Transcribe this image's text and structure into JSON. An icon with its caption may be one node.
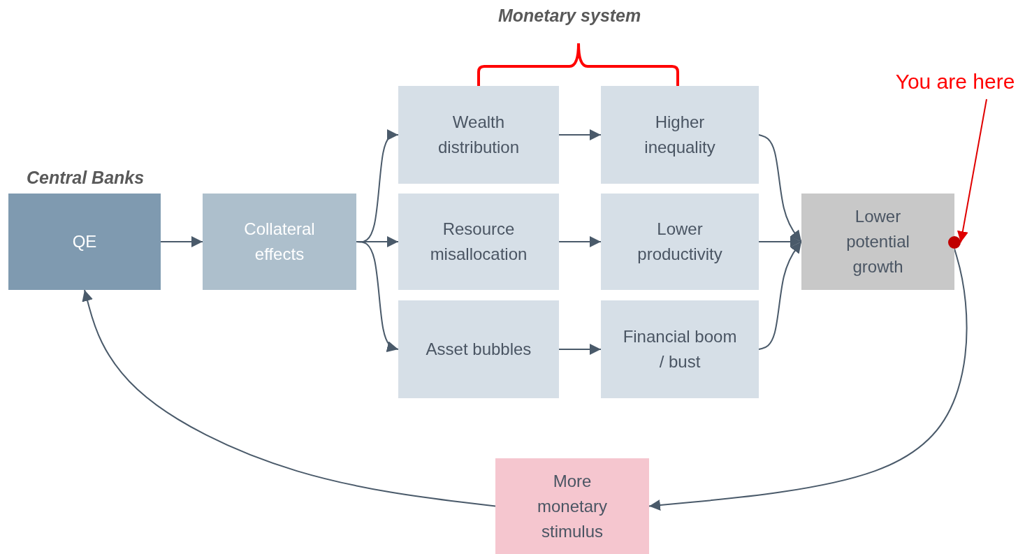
{
  "diagram": {
    "nodes": [
      {
        "text": [
          "QE"
        ],
        "beside": [
          "Central Banks"
        ]
      },
      {
        "text": [
          "Collateral effects"
        ]
      },
      {
        "text": [
          "Wealth distribution"
        ]
      },
      {
        "text": [
          "Higher inequality"
        ]
      },
      {
        "text": [
          "Resource misallocation"
        ]
      },
      {
        "text": [
          "Lower productivity"
        ]
      },
      {
        "text": [
          "Asset bubbles"
        ]
      },
      {
        "text": [
          "Financial boom / bust"
        ]
      },
      {
        "text": [
          "Lower potential growth"
        ]
      },
      {
        "text": [
          "More monetary stimulus"
        ]
      },
      {
        "text": [
          "You are here"
        ]
      },
      {
        "text": [],
        "shape": "circle"
      }
    ],
    "edges": [
      {
        "from": 0,
        "to": 1,
        "arrow": "to"
      },
      {
        "from": 1,
        "to": 2,
        "arrow": "to"
      },
      {
        "from": 1,
        "to": 4,
        "arrow": "to"
      },
      {
        "from": 1,
        "to": 6,
        "arrow": "to"
      },
      {
        "from": 2,
        "to": 3,
        "arrow": "to"
      },
      {
        "from": 4,
        "to": 5,
        "arrow": "to"
      },
      {
        "from": 6,
        "to": 7,
        "arrow": "to"
      },
      {
        "from": 3,
        "to": 8,
        "arrow": "to"
      },
      {
        "from": 5,
        "to": 8,
        "arrow": "to"
      },
      {
        "from": 7,
        "to": 8,
        "arrow": "to"
      },
      {
        "from": 11,
        "to": 9,
        "arrow": "to"
      },
      {
        "from": 9,
        "to": 0,
        "arrow": "to"
      },
      {
        "from": 10,
        "to": 11,
        "arrow": "to",
        "color": "#e00000"
      }
    ],
    "labels": [
      "Monetary system"
    ]
  }
}
